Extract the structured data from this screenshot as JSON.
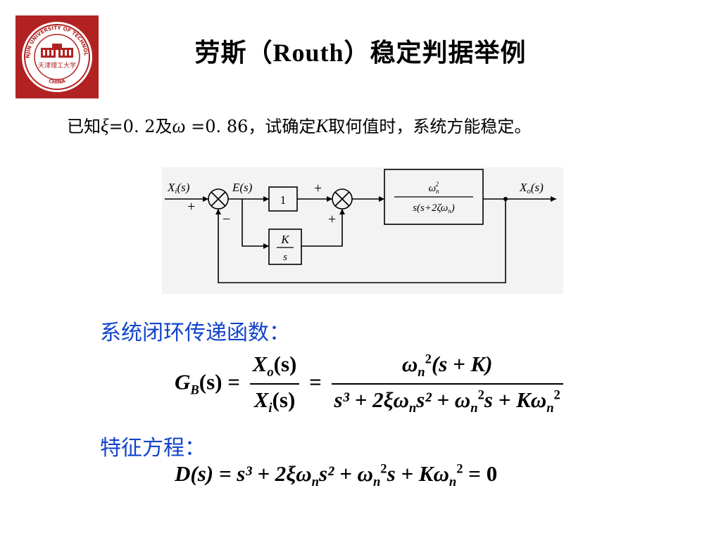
{
  "title": {
    "prefix": "劳斯（",
    "latin": "Routh",
    "suffix": "）稳定判据举例"
  },
  "problem": {
    "p1": "已知",
    "xi": "ξ",
    "p2": "=0. 2及",
    "omega": "ω",
    "p3": " =0. 86，试确定",
    "K": "K",
    "p4": "取何值时，系统方能稳定。"
  },
  "diagram": {
    "input_label": "X",
    "input_sub": "i",
    "input_arg": "(s)",
    "error_label": "E(s)",
    "output_label": "X",
    "output_sub": "o",
    "output_arg": "(s)",
    "sum1_plus": "+",
    "sum1_minus": "−",
    "sum2_plus_top": "+",
    "sum2_plus_bottom": "+",
    "block1": "1",
    "blockK_num": "K",
    "blockK_den": "s",
    "plant_num": "ω",
    "plant_num_sub": "n",
    "plant_num_sup": "2",
    "plant_den": "s(s+2ζω",
    "plant_den_sub": "n",
    "plant_den_end": ")"
  },
  "tf_heading": "系统闭环传递函数：",
  "tf": {
    "lhs": "G",
    "lhs_sub": "B",
    "lhs_arg": "(s) =",
    "frac1_num": "X",
    "frac1_num_sub": "o",
    "frac1_num_arg": "(s)",
    "frac1_den": "X",
    "frac1_den_sub": "i",
    "frac1_den_arg": "(s)",
    "eq": "=",
    "frac2_num": "ω",
    "frac2_num_sub": "n",
    "frac2_num_sup": "2",
    "frac2_num_rest": "(s + K)",
    "frac2_den": "s³ + 2ξω",
    "frac2_den_sub": "n",
    "frac2_den_mid": "s² + ω",
    "frac2_den_sub2": "n",
    "frac2_den_sup2": "2",
    "frac2_den_mid2": "s + Kω",
    "frac2_den_sub3": "n",
    "frac2_den_sup3": "2"
  },
  "ce_heading": "特征方程：",
  "ce": {
    "a": "D(s) = s³ + 2ξω",
    "sub1": "n",
    "b": "s² + ω",
    "sub2": "n",
    "sup2": "2",
    "c": "s + Kω",
    "sub3": "n",
    "sup3": "2",
    "d": " = 0"
  },
  "logo": {
    "text_top": "TIANJIN UNIVERSITY OF TECHNOLOGY",
    "text_mid": "天津理工大学",
    "text_bottom": "CHINA",
    "color": "#b22222"
  }
}
